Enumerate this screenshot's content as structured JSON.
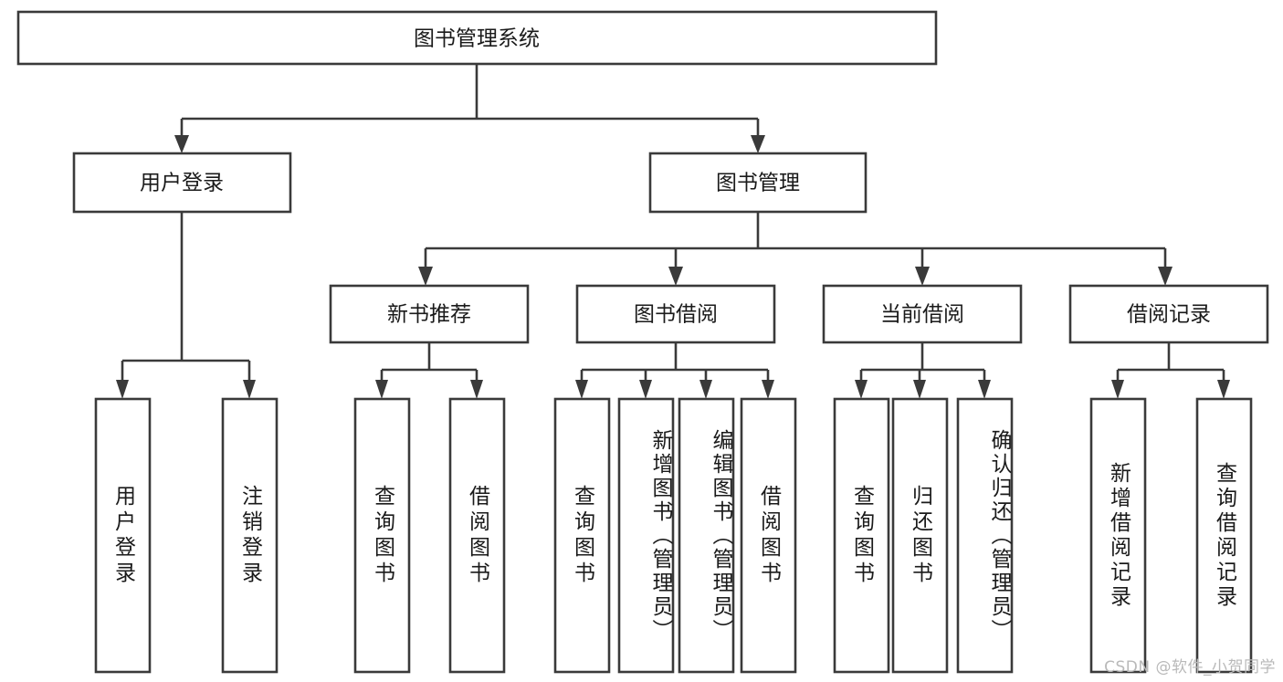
{
  "diagram": {
    "type": "hierarchy-tree",
    "title": "图书管理系统",
    "orientation": "top-down",
    "colors": {
      "box_stroke": "#3a3a3a",
      "box_fill": "#ffffff",
      "text": "#1a1a1a",
      "background": "#ffffff",
      "watermark": "#b9b9b9"
    },
    "levels": {
      "root": {
        "label": "图书管理系统"
      },
      "level2": [
        {
          "id": "user-login",
          "label": "用户登录"
        },
        {
          "id": "book-management",
          "label": "图书管理"
        }
      ],
      "level3": [
        {
          "id": "new-book-recommend",
          "label": "新书推荐",
          "parent": "book-management"
        },
        {
          "id": "book-borrow",
          "label": "图书借阅",
          "parent": "book-management"
        },
        {
          "id": "current-borrow",
          "label": "当前借阅",
          "parent": "book-management"
        },
        {
          "id": "borrow-record",
          "label": "借阅记录",
          "parent": "book-management"
        }
      ],
      "leaves": [
        {
          "id": "leaf-user-login",
          "label": "用户登录",
          "parent": "user-login"
        },
        {
          "id": "leaf-logout-login",
          "label": "注销登录",
          "parent": "user-login"
        },
        {
          "id": "leaf-query-book-1",
          "label": "查询图书",
          "parent": "new-book-recommend"
        },
        {
          "id": "leaf-borrow-book-1",
          "label": "借阅图书",
          "parent": "new-book-recommend"
        },
        {
          "id": "leaf-query-book-2",
          "label": "查询图书",
          "parent": "book-borrow"
        },
        {
          "id": "leaf-add-book",
          "label": "新增图书（管理员）",
          "parent": "book-borrow"
        },
        {
          "id": "leaf-edit-book",
          "label": "编辑图书（管理员）",
          "parent": "book-borrow"
        },
        {
          "id": "leaf-borrow-book-2",
          "label": "借阅图书",
          "parent": "book-borrow"
        },
        {
          "id": "leaf-query-book-3",
          "label": "查询图书",
          "parent": "current-borrow"
        },
        {
          "id": "leaf-return-book",
          "label": "归还图书",
          "parent": "current-borrow"
        },
        {
          "id": "leaf-confirm-return",
          "label": "确认归还（管理员）",
          "parent": "current-borrow"
        },
        {
          "id": "leaf-add-record",
          "label": "新增借阅记录",
          "parent": "borrow-record"
        },
        {
          "id": "leaf-query-record",
          "label": "查询借阅记录",
          "parent": "borrow-record"
        }
      ]
    }
  },
  "watermark": {
    "text": "CSDN @软件_小贺同学"
  }
}
